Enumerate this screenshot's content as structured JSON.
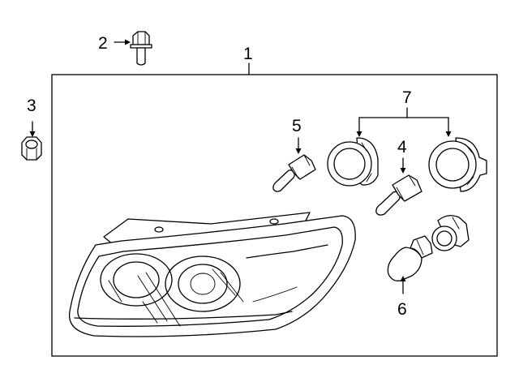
{
  "diagram": {
    "callouts": {
      "headlamp_assembly": "1",
      "bolt": "2",
      "nut": "3",
      "bulb_small": "4",
      "bulb_side": "5",
      "bulb_turn": "6",
      "sockets": "7"
    },
    "icons": [
      "bolt-icon",
      "nut-icon",
      "headlamp-housing-icon",
      "bulb-icon",
      "socket-icon"
    ]
  }
}
